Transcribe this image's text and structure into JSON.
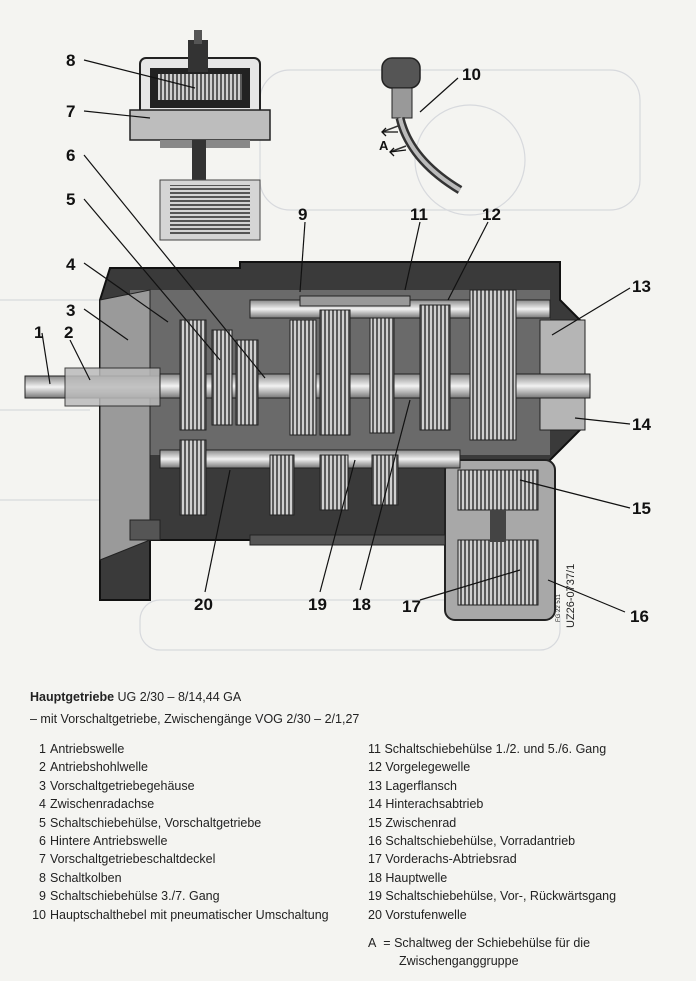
{
  "figure": {
    "callouts": [
      "1",
      "2",
      "3",
      "4",
      "5",
      "6",
      "7",
      "8",
      "9",
      "10",
      "11",
      "12",
      "13",
      "14",
      "15",
      "16",
      "17",
      "18",
      "19",
      "20"
    ],
    "marker_a": "A",
    "vertical_code": "UZ26-0737/1",
    "small_code": "FG 22 511"
  },
  "caption": {
    "title_bold": "Hauptgetriebe",
    "title_rest": " UG 2/30 – 8/14,44 GA",
    "subtitle": "– mit Vorschaltgetriebe, Zwischengänge VOG 2/30 – 2/1,27"
  },
  "legend_left": [
    {
      "num": "1",
      "text": "Antriebswelle"
    },
    {
      "num": "2",
      "text": "Antriebshohlwelle"
    },
    {
      "num": "3",
      "text": "Vorschaltgetriebegehäuse"
    },
    {
      "num": "4",
      "text": "Zwischenradachse"
    },
    {
      "num": "5",
      "text": "Schaltschiebehülse, Vorschaltgetriebe"
    },
    {
      "num": "6",
      "text": "Hintere Antriebswelle"
    },
    {
      "num": "7",
      "text": "Vorschaltgetriebeschaltdeckel"
    },
    {
      "num": "8",
      "text": "Schaltkolben"
    },
    {
      "num": "9",
      "text": "Schaltschiebehülse 3./7. Gang"
    },
    {
      "num": "10",
      "text": "Hauptschalthebel mit pneumatischer Umschaltung"
    }
  ],
  "legend_right": [
    {
      "num": "11",
      "text": "Schaltschiebehülse 1./2. und 5./6. Gang"
    },
    {
      "num": "12",
      "text": "Vorgelegewelle"
    },
    {
      "num": "13",
      "text": "Lagerflansch"
    },
    {
      "num": "14",
      "text": "Hinterachsabtrieb"
    },
    {
      "num": "15",
      "text": "Zwischenrad"
    },
    {
      "num": "16",
      "text": "Schaltschiebehülse, Vorradantrieb"
    },
    {
      "num": "17",
      "text": "Vorderachs-Abtriebsrad"
    },
    {
      "num": "18",
      "text": "Hauptwelle"
    },
    {
      "num": "19",
      "text": "Schaltschiebehülse, Vor-, Rückwärtsgang"
    },
    {
      "num": "20",
      "text": "Vorstufenwelle"
    }
  ],
  "note": {
    "letter": "A",
    "line1": "= Schaltweg der Schiebehülse für die",
    "line2": "Zwischenganggruppe"
  }
}
